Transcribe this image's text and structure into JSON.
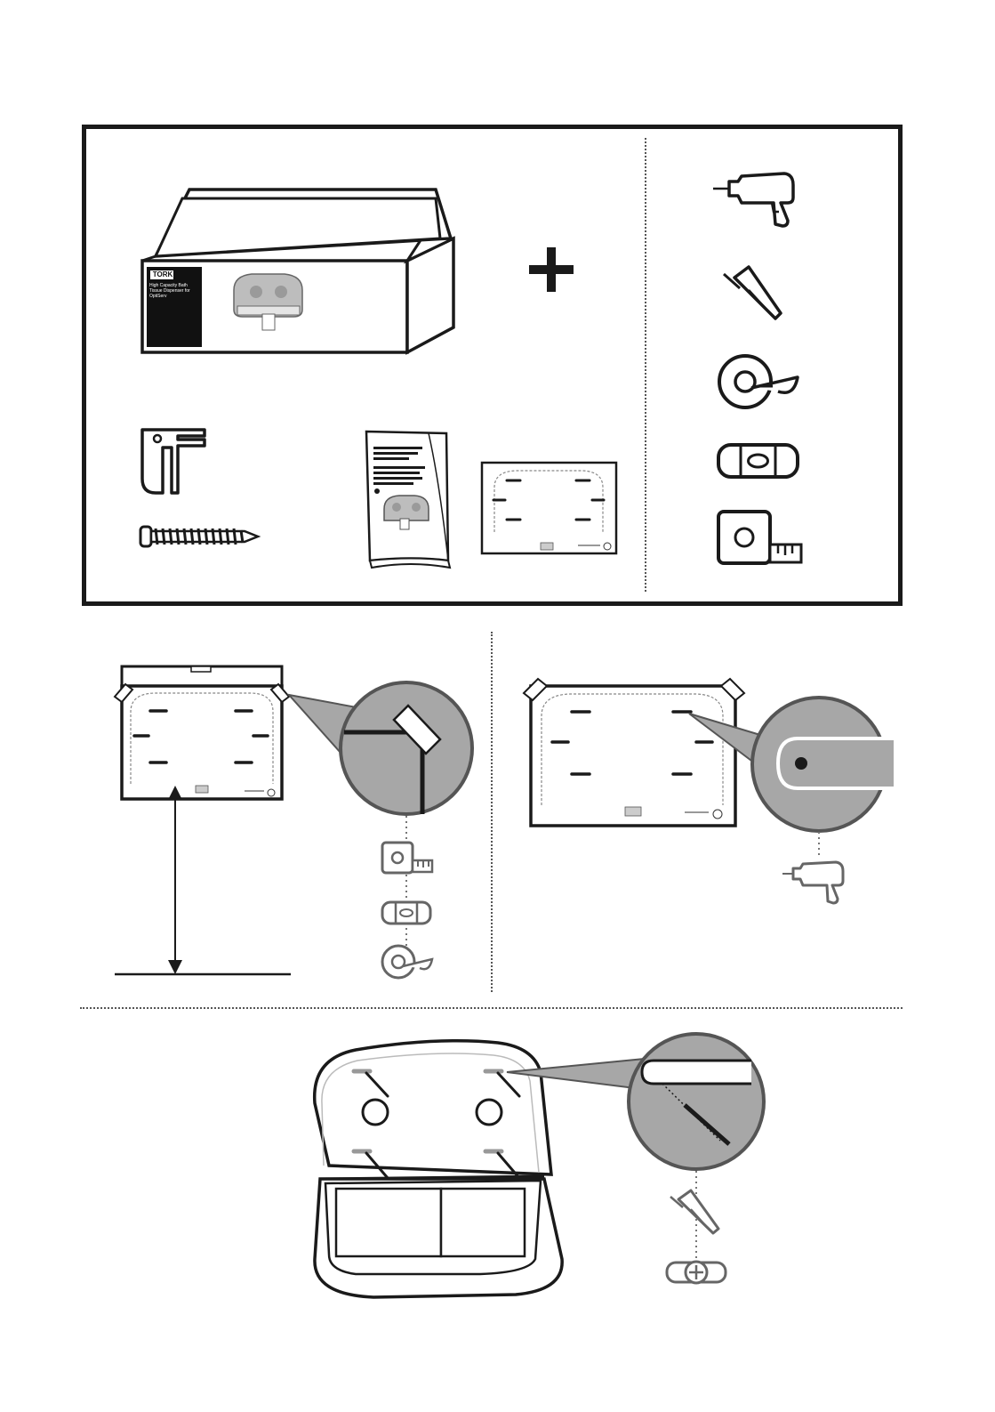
{
  "brand": {
    "logo_text": "TORK"
  },
  "box": {
    "product_lines": [
      "High Capacity Bath",
      "Tissue Dispenser for",
      "OptiServ"
    ]
  },
  "colors": {
    "ink": "#1a1a1a",
    "gray_fill": "#a7a7a7",
    "light_gray": "#d4d4d4",
    "label_black": "#111111",
    "paper": "#ffffff"
  },
  "icons": {
    "tools": [
      "drill-icon",
      "screwdriver-icon",
      "tape-icon",
      "level-icon",
      "tape-measure-icon"
    ],
    "contents": [
      "box-icon",
      "plus-icon",
      "bracket-key-icon",
      "screw-icon",
      "manual-booklet-icon",
      "drilling-template-icon"
    ]
  }
}
